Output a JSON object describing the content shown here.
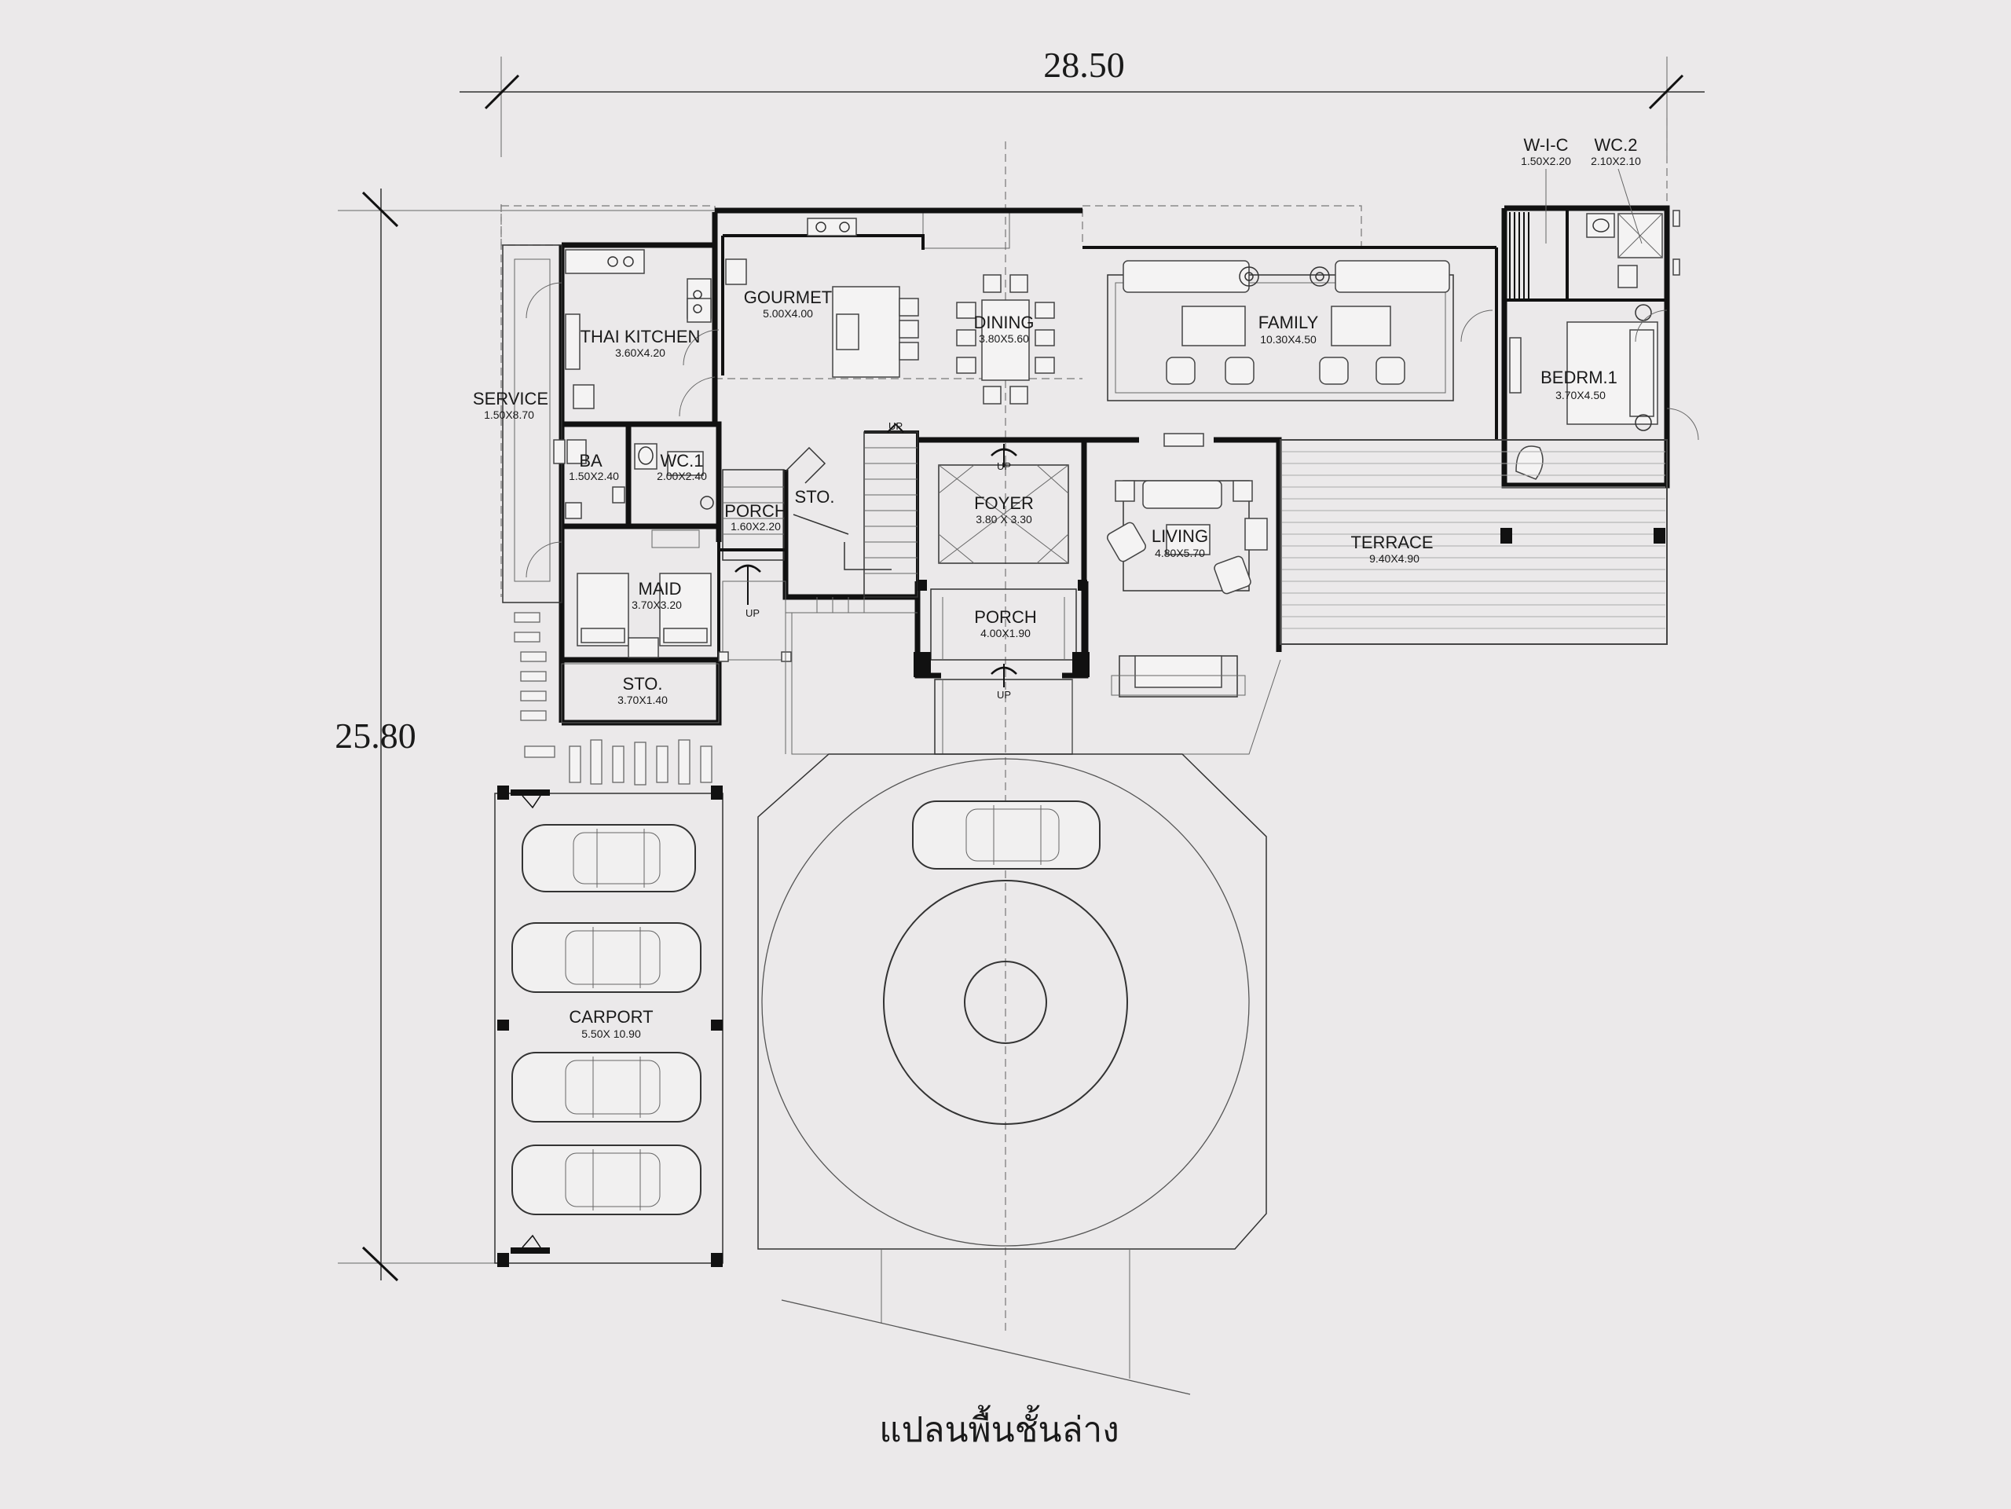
{
  "dimensions": {
    "width": "28.50",
    "depth": "25.80"
  },
  "caption": "แปลนพื้นชั้นล่าง",
  "rooms": [
    {
      "id": "wic",
      "name": "W-I-C",
      "size": "1.50X2.20"
    },
    {
      "id": "wc2",
      "name": "WC.2",
      "size": "2.10X2.10"
    },
    {
      "id": "gourmet",
      "name": "GOURMET",
      "size": "5.00X4.00"
    },
    {
      "id": "thai-kitchen",
      "name": "THAI KITCHEN",
      "size": "3.60X4.20"
    },
    {
      "id": "dining",
      "name": "DINING",
      "size": "3.80X5.60"
    },
    {
      "id": "family",
      "name": "FAMILY",
      "size": "10.30X4.50"
    },
    {
      "id": "bedroom-1",
      "name": "BEDRM.1",
      "size": "3.70X4.50"
    },
    {
      "id": "service",
      "name": "SERVICE",
      "size": "1.50X8.70"
    },
    {
      "id": "ba",
      "name": "BA",
      "size": "1.50X2.40"
    },
    {
      "id": "wc1",
      "name": "WC.1",
      "size": "2.00X2.40"
    },
    {
      "id": "porch-service",
      "name": "PORCH",
      "size": "1.60X2.20"
    },
    {
      "id": "storage-stair",
      "name": "STO.",
      "size": ""
    },
    {
      "id": "foyer",
      "name": "FOYER",
      "size": "3.80 X 3.30"
    },
    {
      "id": "living",
      "name": "LIVING",
      "size": "4.80X5.70"
    },
    {
      "id": "terrace",
      "name": "TERRACE",
      "size": "9.40X4.90"
    },
    {
      "id": "maid",
      "name": "MAID",
      "size": "3.70X3.20"
    },
    {
      "id": "porch-main",
      "name": "PORCH",
      "size": "4.00X1.90"
    },
    {
      "id": "storage",
      "name": "STO.",
      "size": "3.70X1.40"
    },
    {
      "id": "carport",
      "name": "CARPORT",
      "size": "5.50X 10.90"
    }
  ],
  "stair_labels": {
    "up": "UP"
  },
  "icons": [
    "dimension-tick-icon",
    "car-icon",
    "sofa-icon",
    "bed-icon",
    "dining-table-icon",
    "stair-up-arrow-icon",
    "door-swing-icon"
  ]
}
